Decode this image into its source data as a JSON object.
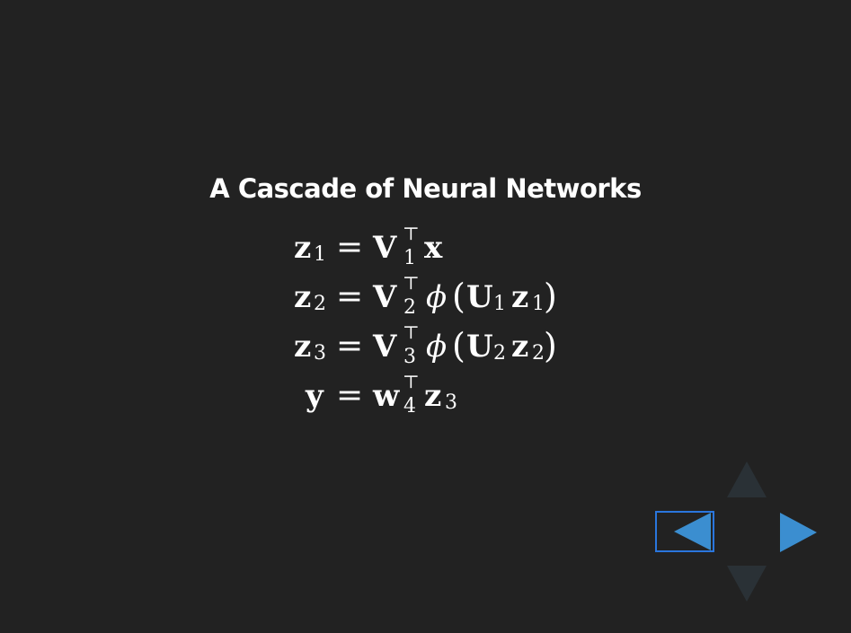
{
  "slide": {
    "title": "A Cascade of Neural Networks",
    "equations": [
      {
        "lhs": "z",
        "lhs_sub": "1",
        "eq": "=",
        "mat": "V",
        "mat_sub": "1",
        "sup": "⊤",
        "rest": "x"
      },
      {
        "lhs": "z",
        "lhs_sub": "2",
        "eq": "=",
        "mat": "V",
        "mat_sub": "2",
        "sup": "⊤",
        "phi": "ϕ",
        "open": "(",
        "u": "U",
        "u_sub": "1",
        "z": "z",
        "z_sub": "1",
        "close": ")"
      },
      {
        "lhs": "z",
        "lhs_sub": "3",
        "eq": "=",
        "mat": "V",
        "mat_sub": "3",
        "sup": "⊤",
        "phi": "ϕ",
        "open": "(",
        "u": "U",
        "u_sub": "2",
        "z": "z",
        "z_sub": "2",
        "close": ")"
      },
      {
        "lhs": "y",
        "eq": "=",
        "mat": "w",
        "mat_sub": "4",
        "sup": "⊤",
        "z": "z",
        "z_sub": "3"
      }
    ]
  },
  "controls": {
    "accent_color": "#3b8ed0",
    "disabled_color": "#2a3136",
    "focus_border_color": "#2a76dd",
    "left": "arrow-left-icon",
    "right": "arrow-right-icon",
    "up": "arrow-up-icon",
    "down": "arrow-down-icon"
  }
}
